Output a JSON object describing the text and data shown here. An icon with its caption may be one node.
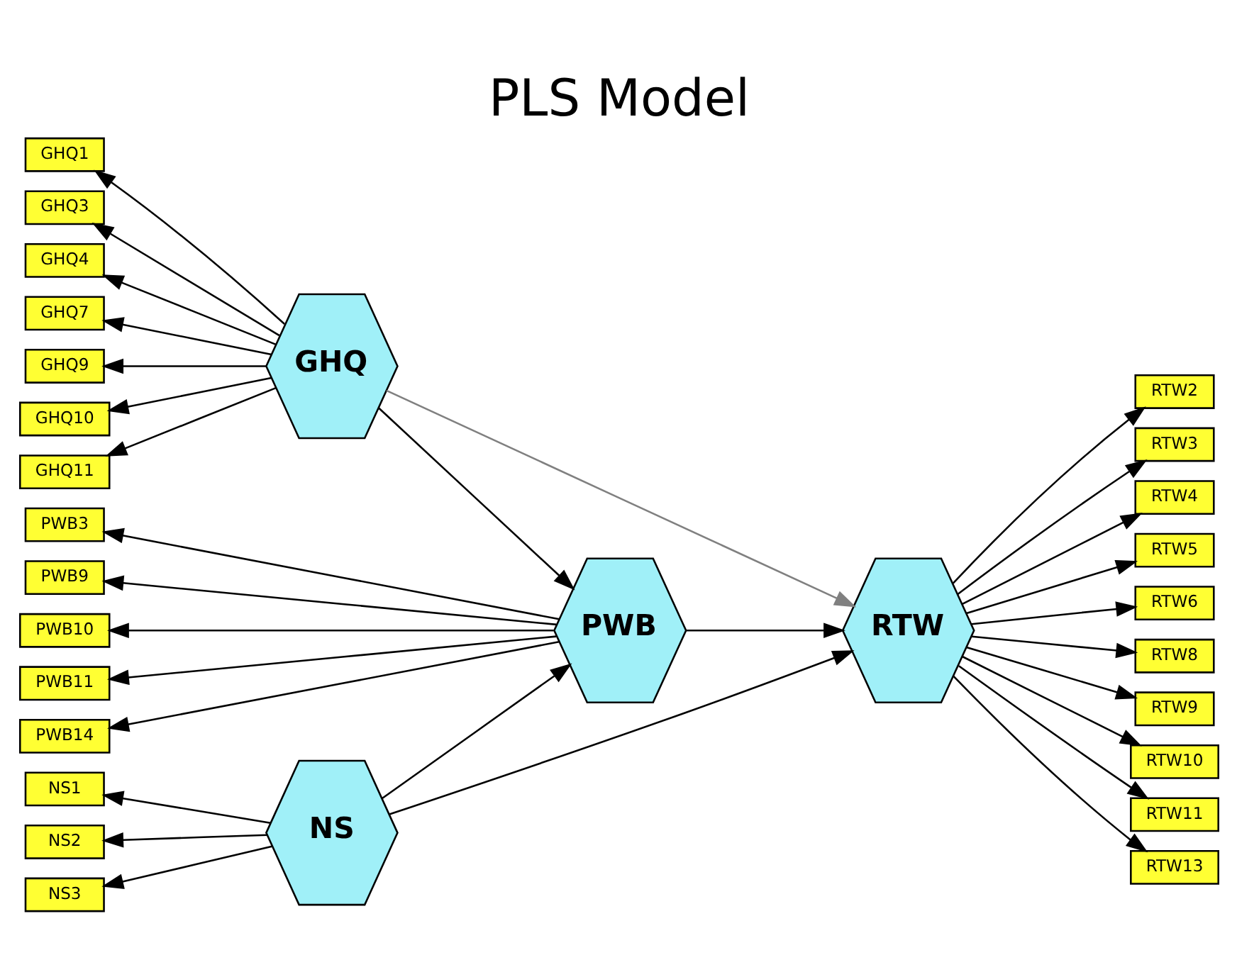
{
  "diagram": {
    "title": "PLS Model",
    "nodes": [
      {
        "text": [
          "NS"
        ]
      },
      {
        "text": [
          "NS1"
        ]
      },
      {
        "text": [
          "NS2"
        ]
      },
      {
        "text": [
          "NS3"
        ]
      },
      {
        "text": [
          "PWB"
        ]
      },
      {
        "text": [
          "PWB3"
        ]
      },
      {
        "text": [
          "PWB9"
        ]
      },
      {
        "text": [
          "PWB10"
        ]
      },
      {
        "text": [
          "PWB11"
        ]
      },
      {
        "text": [
          "PWB14"
        ]
      },
      {
        "text": [
          "GHQ"
        ]
      },
      {
        "text": [
          "GHQ1"
        ]
      },
      {
        "text": [
          "GHQ3"
        ]
      },
      {
        "text": [
          "GHQ4"
        ]
      },
      {
        "text": [
          "GHQ7"
        ]
      },
      {
        "text": [
          "GHQ9"
        ]
      },
      {
        "text": [
          "GHQ10"
        ]
      },
      {
        "text": [
          "GHQ11"
        ]
      },
      {
        "text": [
          "RTW"
        ]
      },
      {
        "text": [
          "RTW2"
        ]
      },
      {
        "text": [
          "RTW3"
        ]
      },
      {
        "text": [
          "RTW4"
        ]
      },
      {
        "text": [
          "RTW5"
        ]
      },
      {
        "text": [
          "RTW6"
        ]
      },
      {
        "text": [
          "RTW8"
        ]
      },
      {
        "text": [
          "RTW9"
        ]
      },
      {
        "text": [
          "RTW10"
        ]
      },
      {
        "text": [
          "RTW11"
        ]
      },
      {
        "text": [
          "RTW13"
        ]
      }
    ],
    "edges": [
      {
        "from": 0,
        "to": 1,
        "arrow": "to"
      },
      {
        "from": 0,
        "to": 2,
        "arrow": "to"
      },
      {
        "from": 0,
        "to": 3,
        "arrow": "to"
      },
      {
        "from": 0,
        "to": 4,
        "arrow": "to"
      },
      {
        "from": 0,
        "to": 18,
        "arrow": "to"
      },
      {
        "from": 4,
        "to": 5,
        "arrow": "to"
      },
      {
        "from": 4,
        "to": 6,
        "arrow": "to"
      },
      {
        "from": 4,
        "to": 7,
        "arrow": "to"
      },
      {
        "from": 4,
        "to": 8,
        "arrow": "to"
      },
      {
        "from": 4,
        "to": 9,
        "arrow": "to"
      },
      {
        "from": 4,
        "to": 18,
        "arrow": "to"
      },
      {
        "from": 10,
        "to": 11,
        "arrow": "to"
      },
      {
        "from": 10,
        "to": 12,
        "arrow": "to"
      },
      {
        "from": 10,
        "to": 13,
        "arrow": "to"
      },
      {
        "from": 10,
        "to": 14,
        "arrow": "to"
      },
      {
        "from": 10,
        "to": 15,
        "arrow": "to"
      },
      {
        "from": 10,
        "to": 16,
        "arrow": "to"
      },
      {
        "from": 10,
        "to": 17,
        "arrow": "to"
      },
      {
        "from": 10,
        "to": 4,
        "arrow": "to"
      },
      {
        "from": 10,
        "to": 18,
        "arrow": "to",
        "color": "#808080"
      },
      {
        "from": 18,
        "to": 19,
        "arrow": "to"
      },
      {
        "from": 18,
        "to": 20,
        "arrow": "to"
      },
      {
        "from": 18,
        "to": 21,
        "arrow": "to"
      },
      {
        "from": 18,
        "to": 22,
        "arrow": "to"
      },
      {
        "from": 18,
        "to": 23,
        "arrow": "to"
      },
      {
        "from": 18,
        "to": 24,
        "arrow": "to"
      },
      {
        "from": 18,
        "to": 25,
        "arrow": "to"
      },
      {
        "from": 18,
        "to": 26,
        "arrow": "to"
      },
      {
        "from": 18,
        "to": 27,
        "arrow": "to"
      },
      {
        "from": 18,
        "to": 28,
        "arrow": "to"
      }
    ]
  }
}
